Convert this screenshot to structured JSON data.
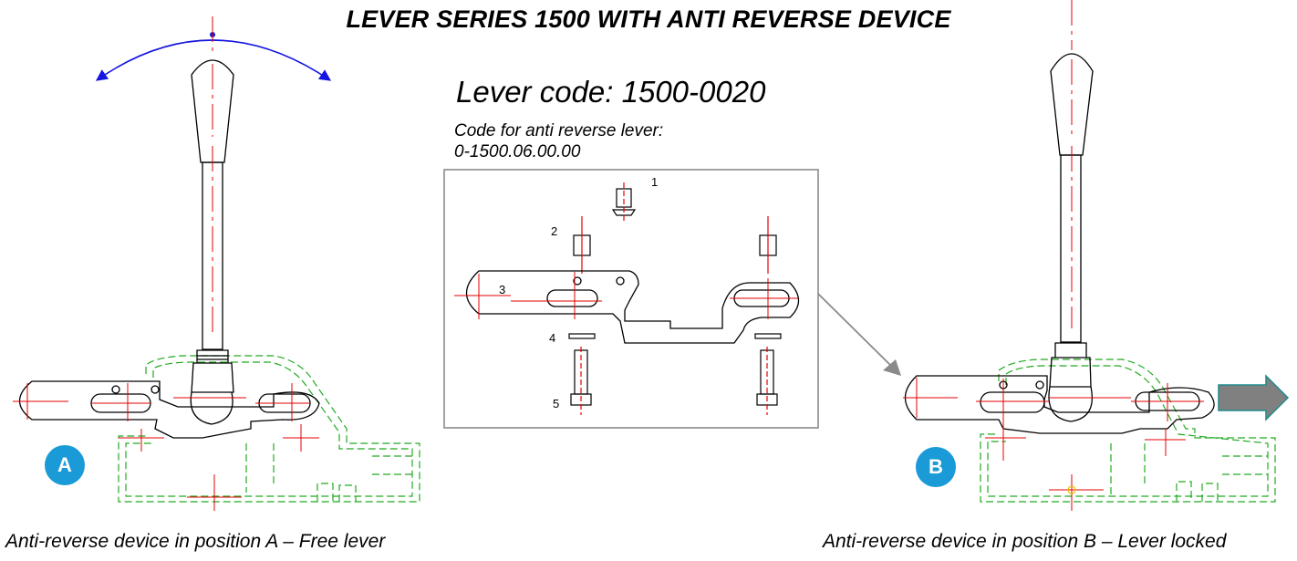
{
  "title": "LEVER SERIES 1500 WITH ANTI REVERSE DEVICE",
  "lever_code": "Lever code: 1500-0020",
  "anti_reverse": {
    "label": "Code for anti reverse lever:",
    "value": "0-1500.06.00.00"
  },
  "parts": [
    "1",
    "2",
    "3",
    "4",
    "5"
  ],
  "position_a": {
    "badge": "A",
    "caption": "Anti-reverse device in position A – Free lever"
  },
  "position_b": {
    "badge": "B",
    "caption": "Anti-reverse device in position B – Lever locked"
  },
  "colors": {
    "outline": "#000000",
    "centerline": "#e60000",
    "hidden": "#22aa22",
    "motion_arrow": "#1515e0",
    "badge": "#1a9ad6",
    "push_arrow_fill": "#808080",
    "push_arrow_stroke": "#1f8a8a",
    "leader_arrow": "#8a8a8a"
  }
}
